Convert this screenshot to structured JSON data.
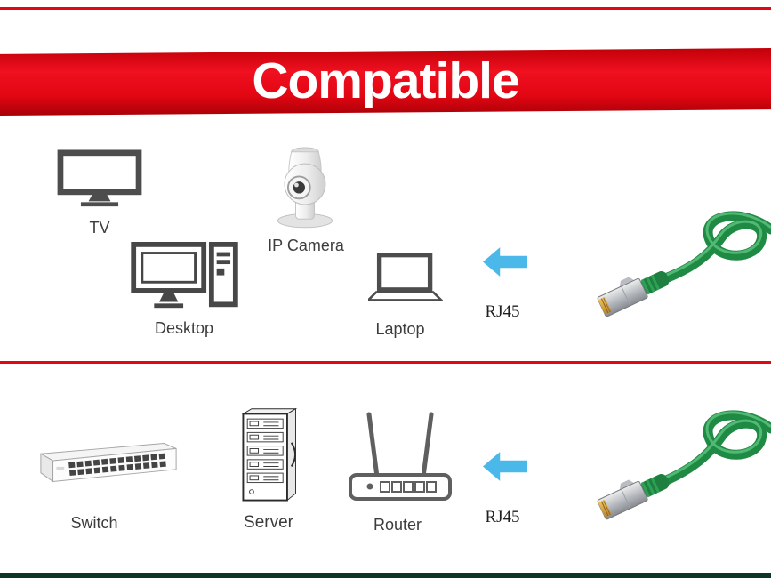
{
  "banner": {
    "title": "Compatible"
  },
  "sections": {
    "top": {
      "devices": [
        {
          "label": "TV",
          "icon": "tv-icon"
        },
        {
          "label": "IP Camera",
          "icon": "ip-camera-icon"
        },
        {
          "label": "Desktop",
          "icon": "desktop-icon"
        },
        {
          "label": "Laptop",
          "icon": "laptop-icon"
        }
      ],
      "connector_label": "RJ45"
    },
    "bottom": {
      "devices": [
        {
          "label": "Switch",
          "icon": "switch-icon"
        },
        {
          "label": "Server",
          "icon": "server-icon"
        },
        {
          "label": "Router",
          "icon": "router-icon"
        }
      ],
      "connector_label": "RJ45"
    }
  },
  "icons": {
    "arrow": "left-arrow-icon",
    "connector": "rj45-plug-icon",
    "cable": "green-patch-cable"
  },
  "colors": {
    "banner_red": "#e30613",
    "divider_red": "#e30613",
    "arrow_blue": "#4ab9ea",
    "cable_green": "#1f8a43",
    "bottom_bar_green": "#0c3629",
    "label_color": "#3c3c3c"
  }
}
